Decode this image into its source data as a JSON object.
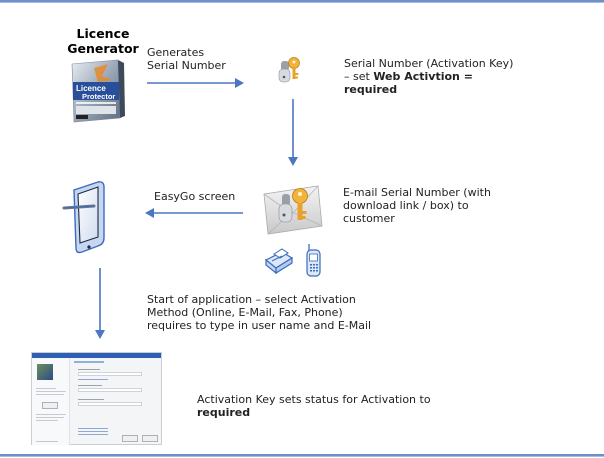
{
  "diagram": {
    "colors": {
      "arrow": "#4a76c2",
      "rule": "#6f8fc8"
    },
    "nodes": {
      "generator": {
        "title_line1": "Licence",
        "title_line2": "Generator",
        "box_label_line1": "Licence",
        "box_label_line2": "Protector",
        "icon": "software-box-icon"
      },
      "serial_key": {
        "icon": "keys-icon",
        "text_line1": "Serial Number (Activation Key)",
        "text_line2_prefix": "– set ",
        "text_line2_bold": "Web Activtion =",
        "text_line3_bold": "required"
      },
      "email": {
        "icons": [
          "envelope-keys-icon",
          "fax-icon",
          "mobile-phone-icon"
        ],
        "text_line1": "E-mail Serial Number (with",
        "text_line2": "download link / box) to",
        "text_line3": "customer"
      },
      "easygo": {
        "icon": "tablet-stylus-icon",
        "arrow_label": "EasyGo screen"
      },
      "start_app": {
        "text_line1": "Start of  application – select Activation",
        "text_line2": "Method (Online, E-Mail, Fax, Phone)",
        "text_line3": "requires to type in user name and E-Mail"
      },
      "activation_screen": {
        "icon": "online-activation-screenshot",
        "window_heading": "Online Activation",
        "text_line1": "Activation Key sets status for Activation to",
        "text_line2_bold": "required"
      }
    },
    "edges": [
      {
        "from": "generator",
        "to": "serial_key",
        "label_line1": "Generates",
        "label_line2": "Serial Number"
      },
      {
        "from": "serial_key",
        "to": "email",
        "label": ""
      },
      {
        "from": "email",
        "to": "easygo",
        "label": "EasyGo screen"
      },
      {
        "from": "easygo",
        "to": "activation_screen",
        "label": ""
      }
    ]
  }
}
